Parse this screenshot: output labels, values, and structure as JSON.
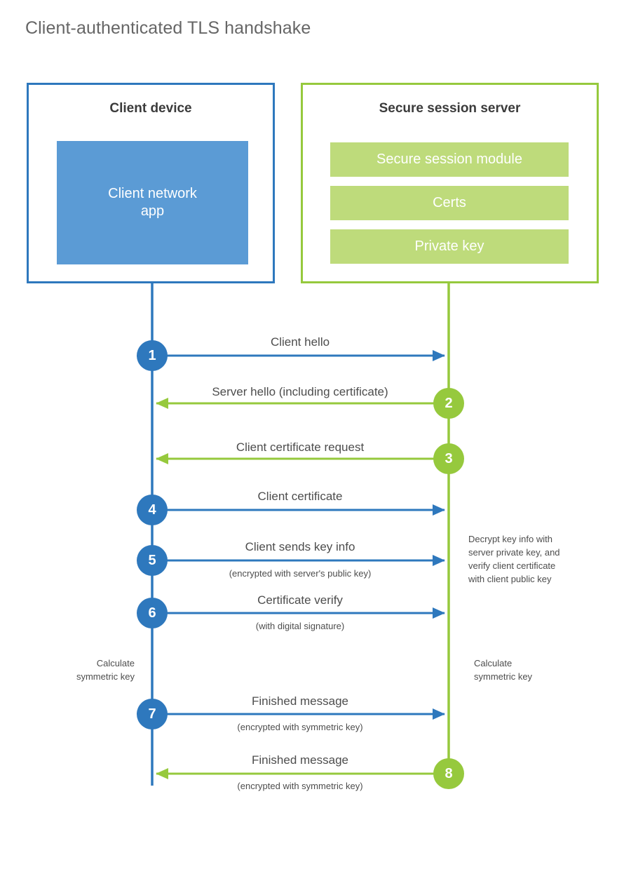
{
  "title": "Client-authenticated TLS handshake",
  "colors": {
    "client_blue": "#2e78bd",
    "client_app_fill": "#5b9bd5",
    "server_green": "#96c93d",
    "server_module_fill": "#bedb7b",
    "text": "#4d4d4d",
    "title_text": "#666666",
    "background": "#ffffff"
  },
  "client": {
    "title": "Client device",
    "app_label": "Client network\napp",
    "app_label_line1": "Client network",
    "app_label_line2": "app"
  },
  "server": {
    "title": "Secure session server",
    "modules": [
      {
        "label": "Secure session module"
      },
      {
        "label": "Certs"
      },
      {
        "label": "Private key"
      }
    ]
  },
  "steps": [
    {
      "number": "1",
      "label": "Client hello",
      "sublabel": "",
      "direction": "client-to-server",
      "actor": "client"
    },
    {
      "number": "2",
      "label": "Server hello (including certificate)",
      "sublabel": "",
      "direction": "server-to-client",
      "actor": "server"
    },
    {
      "number": "3",
      "label": "Client certificate request",
      "sublabel": "",
      "direction": "server-to-client",
      "actor": "server"
    },
    {
      "number": "4",
      "label": "Client certificate",
      "sublabel": "",
      "direction": "client-to-server",
      "actor": "client"
    },
    {
      "number": "5",
      "label": "Client sends key info",
      "sublabel": "(encrypted with server's public key)",
      "direction": "client-to-server",
      "actor": "client"
    },
    {
      "number": "6",
      "label": "Certificate verify",
      "sublabel": "(with digital signature)",
      "direction": "client-to-server",
      "actor": "client"
    },
    {
      "number": "7",
      "label": "Finished message",
      "sublabel": "(encrypted with symmetric key)",
      "direction": "client-to-server",
      "actor": "client"
    },
    {
      "number": "8",
      "label": "Finished message",
      "sublabel": "(encrypted with symmetric key)",
      "direction": "server-to-client",
      "actor": "server"
    }
  ],
  "annotations": {
    "server_decrypt": "Decrypt key info with\nserver private key, and\nverify client certificate\nwith client public key",
    "server_decrypt_lines": [
      "Decrypt key info with",
      "server private key, and",
      "verify client certificate",
      "with client public key"
    ],
    "client_calculate_lines": [
      "Calculate",
      "symmetric key"
    ],
    "server_calculate_lines": [
      "Calculate",
      "symmetric key"
    ]
  }
}
